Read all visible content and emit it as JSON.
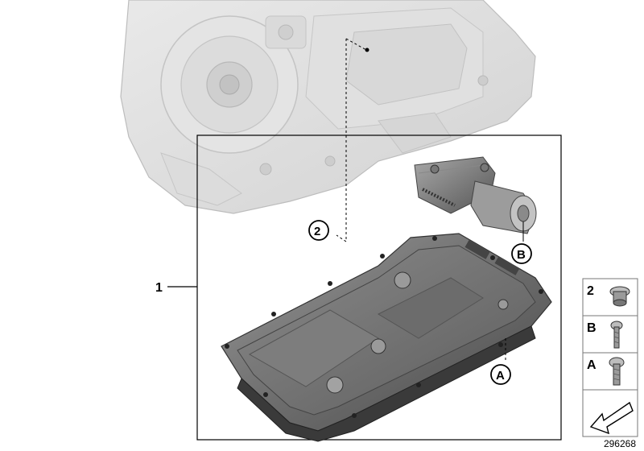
{
  "diagram": {
    "callouts": {
      "main_set": "1",
      "plug": "2",
      "sensor_bolt": "B",
      "pan_bolt": "A"
    },
    "legend": [
      {
        "label": "2",
        "part": "plug-icon"
      },
      {
        "label": "B",
        "part": "bolt-icon"
      },
      {
        "label": "A",
        "part": "bolt-icon"
      }
    ],
    "illustration_number": "296268",
    "icons": [
      "transmission-housing",
      "oil-pan",
      "mechatronic-sensor",
      "plug-icon",
      "bolt-icon",
      "arrow-icon"
    ]
  }
}
